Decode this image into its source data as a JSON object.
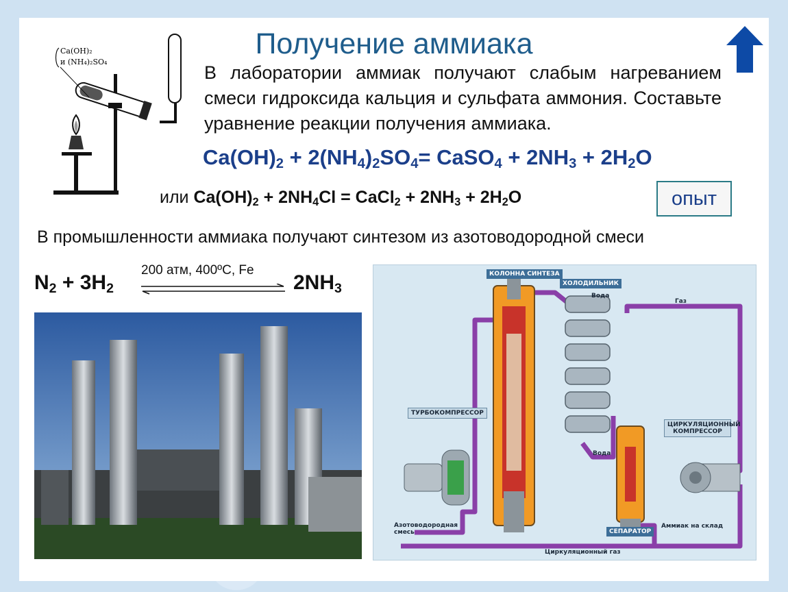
{
  "title": "Получение аммиака",
  "lab_text": "В лаборатории аммиак получают слабым нагреванием смеси гидроксида кальция и сульфата аммония. Составьте уравнение реакции получения аммиака.",
  "lab_diagram": {
    "label_line1": "Ca(OH)₂",
    "label_line2": "и (NH₄)₂SO₄"
  },
  "equation1": {
    "a": "Ca(OH)",
    "a_sub": "2",
    "b": " + 2(NH",
    "b_sub1": "4",
    "b_mid": ")",
    "b_sub2": "2",
    "b_end": "SO",
    "c_sub": "4",
    "c": "= CaSO",
    "c_sub2": "4",
    "d": " + 2NH",
    "d_sub": "3",
    "e": " + 2H",
    "e_sub": "2",
    "e_end": "O"
  },
  "equation2": {
    "prefix": "или ",
    "a": "Ca(OH)",
    "a_sub": "2",
    "b": " + 2NH",
    "b_sub": "4",
    "c": "Cl = CaCl",
    "c_sub": "2",
    "d": " + 2NH",
    "d_sub": "3",
    "e": " + 2H",
    "e_sub": "2",
    "e_end": "O"
  },
  "experiment_button": "опыт",
  "industry_text": "В промышленности аммиака получают синтезом из азотоводородной смеси",
  "synthesis": {
    "left": "N",
    "left_sub": "2",
    "left_mid": " + 3H",
    "left_sub2": "2",
    "conditions": "200 атм, 400ºC, Fe",
    "right": "2NH",
    "right_sub": "3"
  },
  "scheme": {
    "column": "КОЛОННА СИНТЕЗА",
    "cooler": "ХОЛОДИЛЬНИК",
    "water_out": "Вода",
    "water_in": "Вода",
    "gas": "Газ",
    "turbo": "ТУРБОКОМПРЕССОР",
    "circ_comp": "ЦИРКУЛЯЦИОННЫЙ КОМПРЕССОР",
    "mix": "Азотоводородная смесь",
    "separator": "СЕПАРАТОР",
    "ammonia": "Аммиак на склад",
    "circ_gas": "Циркуляционный газ"
  },
  "colors": {
    "title": "#1f5d8c",
    "equation": "#1b3f8a",
    "pipe": "#8a3fa8",
    "arrow": "#0d4aa6"
  },
  "icons": {
    "nav": "up-arrow-icon"
  }
}
